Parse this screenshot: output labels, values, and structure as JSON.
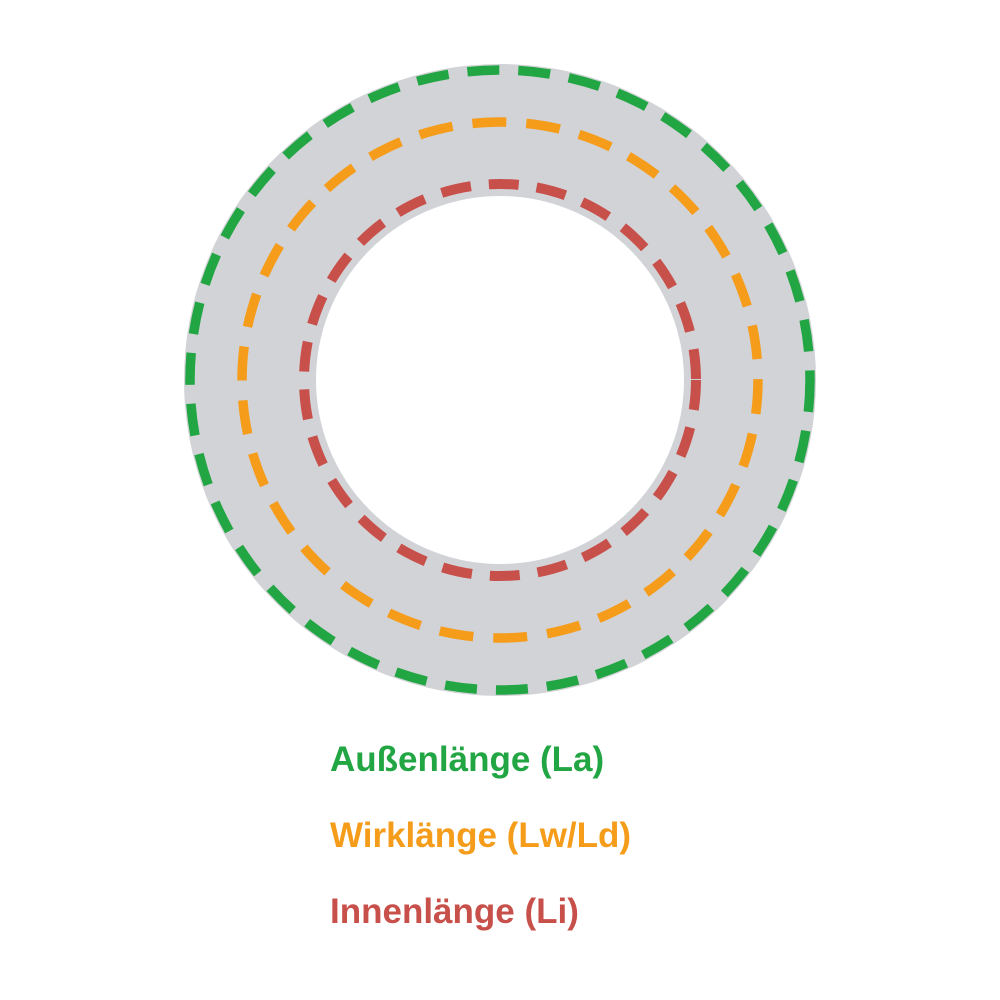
{
  "diagram": {
    "description": "V-belt length measurement diagram",
    "background": "#ffffff",
    "ring_color": "#d2d3d7",
    "lengths": [
      {
        "id": "outer",
        "label": "Außenlänge (La)",
        "color": "#22a543"
      },
      {
        "id": "effective",
        "label": "Wirklänge (Lw/Ld)",
        "color": "#f59c1a"
      },
      {
        "id": "inner",
        "label": "Innenlänge (Li)",
        "color": "#c8504b"
      }
    ]
  }
}
